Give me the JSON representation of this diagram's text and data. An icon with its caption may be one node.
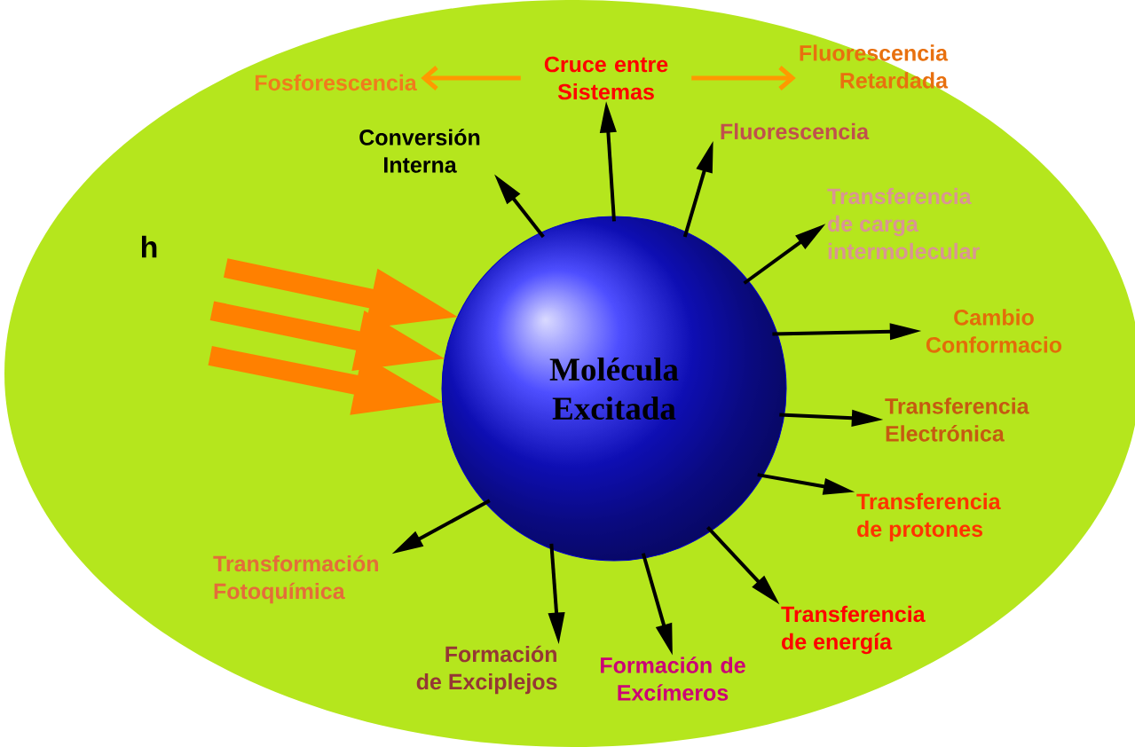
{
  "diagram": {
    "nodes": [
      {
        "text": [
          "Molécula Excitada"
        ]
      },
      {
        "text": [
          "Fosforescencia"
        ]
      },
      {
        "text": [
          "Cruce entre Sistemas"
        ]
      },
      {
        "text": [
          "Fluorescencia Retardada"
        ]
      },
      {
        "text": [
          "Conversión Interna"
        ]
      },
      {
        "text": [
          "Fluorescencia"
        ]
      },
      {
        "text": [
          "Transferencia de carga intermolecular"
        ]
      },
      {
        "text": [
          "Cambio Conformacio"
        ]
      },
      {
        "text": [
          "Transferencia Electrónica"
        ]
      },
      {
        "text": [
          "Transferencia de protones"
        ]
      },
      {
        "text": [
          "Transformación Fotoquímica"
        ]
      },
      {
        "text": [
          "Formación de Exciplejos"
        ]
      },
      {
        "text": [
          "Formación de Excímeros"
        ]
      },
      {
        "text": [
          "Transferencia de energía"
        ]
      }
    ],
    "edges": [
      {
        "from": 2,
        "to": 1,
        "arrow": "to",
        "color": "#ff9900"
      },
      {
        "from": 2,
        "to": 3,
        "arrow": "to",
        "color": "#ff9900"
      },
      {
        "from": 0,
        "to": 4,
        "arrow": "to"
      },
      {
        "from": 0,
        "to": 2,
        "arrow": "to"
      },
      {
        "from": 0,
        "to": 5,
        "arrow": "to"
      },
      {
        "from": 0,
        "to": 6,
        "arrow": "to"
      },
      {
        "from": 0,
        "to": 7,
        "arrow": "to"
      },
      {
        "from": 0,
        "to": 8,
        "arrow": "to"
      },
      {
        "from": 0,
        "to": 9,
        "arrow": "to"
      },
      {
        "from": 0,
        "to": 10,
        "arrow": "to"
      },
      {
        "from": 0,
        "to": 11,
        "arrow": "to"
      },
      {
        "from": 0,
        "to": 12,
        "arrow": "to"
      },
      {
        "from": 0,
        "to": 13,
        "arrow": "to"
      },
      {
        "from": null,
        "to": 0,
        "arrow": "to",
        "style": "thick",
        "color": "#ff8000"
      },
      {
        "from": null,
        "to": 0,
        "arrow": "to",
        "style": "thick",
        "color": "#ff8000"
      },
      {
        "from": null,
        "to": 0,
        "arrow": "to",
        "style": "thick",
        "color": "#ff8000"
      }
    ],
    "labels": [
      "h"
    ]
  }
}
